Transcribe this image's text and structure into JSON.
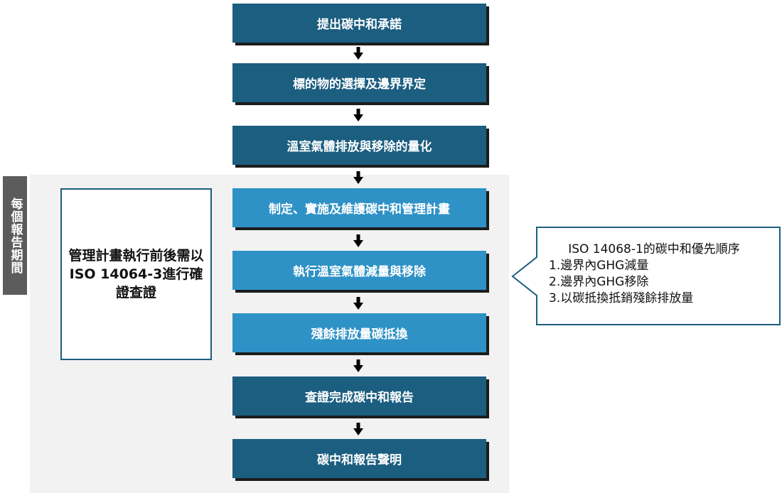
{
  "steps": [
    {
      "label": "提出碳中和承諾"
    },
    {
      "label": "標的物的選擇及邊界界定"
    },
    {
      "label": "溫室氣體排放與移除的量化"
    },
    {
      "label": "制定、實施及維護碳中和管理計畫"
    },
    {
      "label": "執行溫室氣體減量與移除"
    },
    {
      "label": "殘餘排放量碳抵換"
    },
    {
      "label": "查證完成碳中和報告"
    },
    {
      "label": "碳中和報告聲明"
    }
  ],
  "period_label": "每個報告期間",
  "verification_note": "管理計畫執行前後需以ISO 14064-3進行確證查證",
  "callout": {
    "title": "ISO 14068-1的碳中和優先順序",
    "items": [
      "1.邊界內GHG減量",
      "2.邊界內GHG移除",
      "3.以碳抵換抵銷殘餘排放量"
    ]
  },
  "colors": {
    "dark_step": "#1b5e80",
    "light_step": "#2f92c6",
    "period_bg": "#f2f2f2",
    "period_label_bg": "#5c5c5c"
  }
}
